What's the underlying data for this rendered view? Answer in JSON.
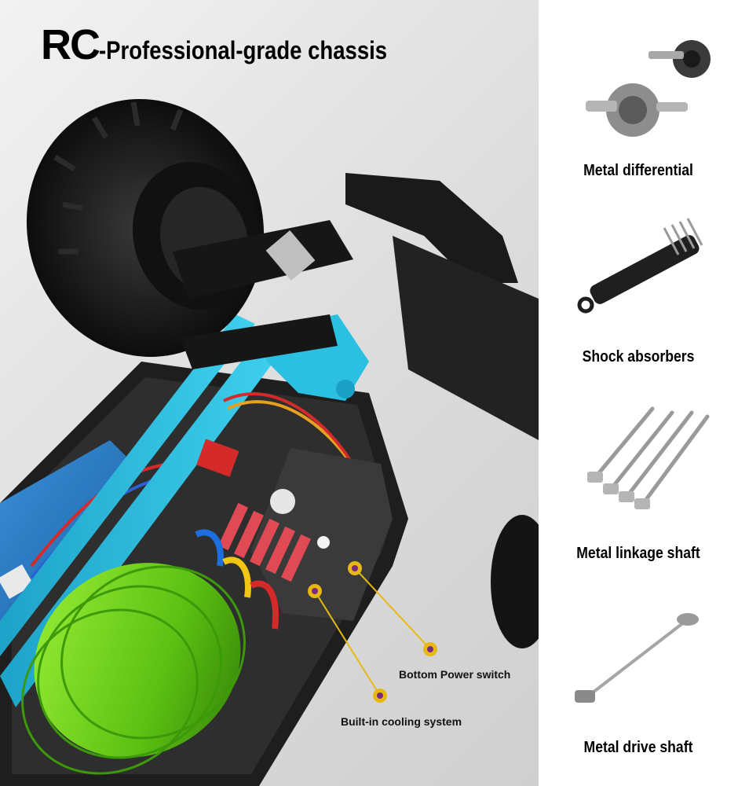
{
  "hero": {
    "title_prefix": "RC",
    "title_suffix": "-Professional-grade chassis",
    "callouts": {
      "power_switch": "Bottom Power switch",
      "cooling": "Built-in cooling system"
    },
    "colors": {
      "frame": "#1fa6c9",
      "motor": "#6fd11a",
      "heatsink": "#e04a55",
      "marker": "#e8b812",
      "body": "#1e1e1e"
    }
  },
  "parts": [
    {
      "label": "Metal differential"
    },
    {
      "label": "Shock absorbers"
    },
    {
      "label": "Metal linkage shaft"
    },
    {
      "label": "Metal drive shaft"
    }
  ]
}
